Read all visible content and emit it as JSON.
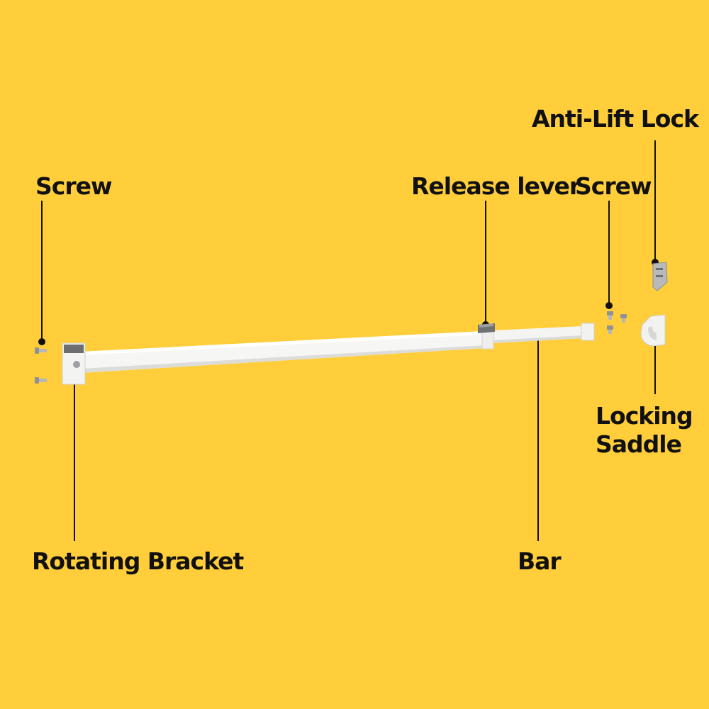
{
  "labels": {
    "anti_lift_lock": "Anti-Lift Lock",
    "screw_left": "Screw",
    "release_lever": "Release lever",
    "screw_right": "Screw",
    "locking_saddle_line1": "Locking",
    "locking_saddle_line2": "Saddle",
    "rotating_bracket": "Rotating Bracket",
    "bar": "Bar"
  },
  "colors": {
    "background": "#FFCE3A",
    "text": "#111111",
    "leader_line": "#111111",
    "bar_white": "#F6F6F4",
    "bar_shade": "#D9D9D6",
    "metal": "#9A9C9E"
  }
}
